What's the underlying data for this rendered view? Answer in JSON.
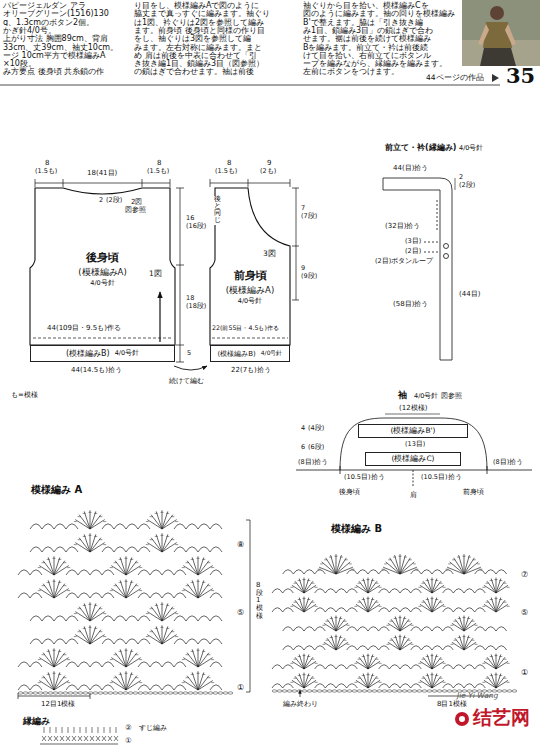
{
  "diagram": {
    "nodes": [
      {
        "text": [
          "後身頃",
          "(模様編みA)",
          "4/0号針"
        ]
      },
      {
        "text": [
          "(模様編みB)",
          "4/0号針"
        ]
      },
      {
        "text": [
          "前身頃",
          "(模様編みA)",
          "4/0号針"
        ]
      },
      {
        "text": [
          "(模様編みB)",
          "4/0号針"
        ]
      },
      {
        "text": [
          "(模様編みB')"
        ]
      },
      {
        "text": [
          "(模様編みC)"
        ]
      }
    ],
    "labels": [
      "パピージェルダン アラ",
      "オリーブグリーン(1516)130",
      "g、1.3cmのボタン2個。",
      "かぎ針4/0号。",
      "上がり寸法 胸囲89cm、背肩",
      "33cm、丈39cm、袖丈10cm。",
      "ージ 10cm平方で模様編みA",
      "×10段。",
      "み方要点 後身頃 共糸鎖の作",
      "り目をし、模様編みAで図のように",
      "脇丈まで真っすぐに編みます。袖ぐり",
      "は1図、衿ぐりは2図を参照して編み",
      "ます。前身頃 後身頃と同様の作り目",
      "をし、袖ぐりは3図を参照して編",
      "みます。左右対称に編みます。まと",
      "め 肩は前後を中表に合わせて「引",
      "き抜き編1目、鎖編み3目（図参照）",
      "の鎖はぎで合わせます。袖は前後",
      "袖ぐりから目を拾い、模様編みCを",
      "図のように編みます。袖の回りを模様編み",
      "B'で整えます。脇は「引き抜き編",
      "み1目、鎖編み3目」の鎖はぎで合わ",
      "せます。裾は前後を続けて模様編み",
      "Bを編みます。前立て・衿は前後続",
      "けて目を拾い、右前立てにボタンル",
      "ープを編みながら、縁編みを編みます。",
      "左前にボタンをつけます。",
      "44ページの作品",
      "35",
      "8",
      "(1.5も)",
      "18(41目)",
      "8",
      "(1.5も)",
      "2",
      "(2段)",
      "2図",
      "図参照",
      "1図",
      "16",
      "(16段)",
      "18",
      "(18段)",
      "44(109目・9.5も)作る",
      "5",
      "44(14.5も)拾う",
      "続けて編む",
      "も=模様",
      "8",
      "(1.5も)",
      "9",
      "(2も)",
      "後と同じ",
      "3図",
      "7",
      "(7段)",
      "9",
      "(9段)",
      "22(前55目・4.5も)作る",
      "22(7も)拾う",
      "前立て・衿(縁編み)",
      "4/0号針",
      "44(目)拾う",
      "2",
      "(2段)",
      "(32目)拾う",
      "(3目)",
      "(2目)",
      "(2目)ボタンループ",
      "(58目)拾う",
      "(44目)",
      "袖",
      "4/0号針 図参照",
      "(12模様)",
      "4",
      "(4段)",
      "(13目)",
      "6",
      "(6段)",
      "(8目)拾う",
      "(8目)拾う",
      "(10.5目)拾う",
      "(10.5目)拾う",
      "後身頃",
      "肩",
      "前身頃",
      "模様編み A",
      "⑧",
      "⑤",
      "①",
      "8段1模様",
      "12目1模様",
      "縁編み",
      "②",
      "すじ編み",
      "①",
      "模様編み B",
      "⑦",
      "⑤",
      "①",
      "編み終わり",
      "8目1模様",
      "Jie Yi Wang",
      "结艺网"
    ]
  }
}
